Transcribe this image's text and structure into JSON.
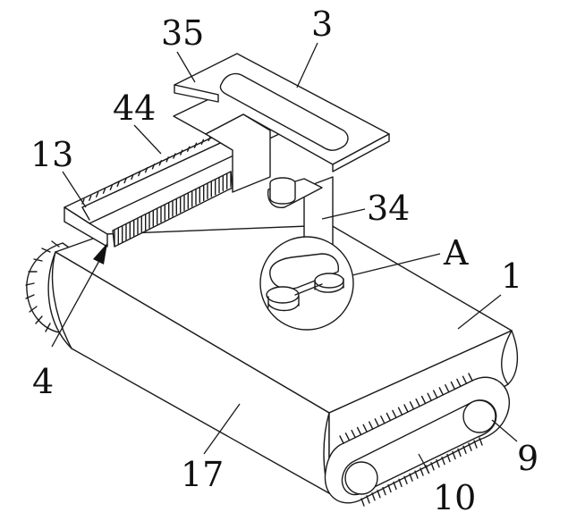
{
  "labels": {
    "l35": "35",
    "l3": "3",
    "l44": "44",
    "l13": "13",
    "l34": "34",
    "lA": "A",
    "l1": "1",
    "l4": "4",
    "l9": "9",
    "l17": "17",
    "l10": "10"
  }
}
